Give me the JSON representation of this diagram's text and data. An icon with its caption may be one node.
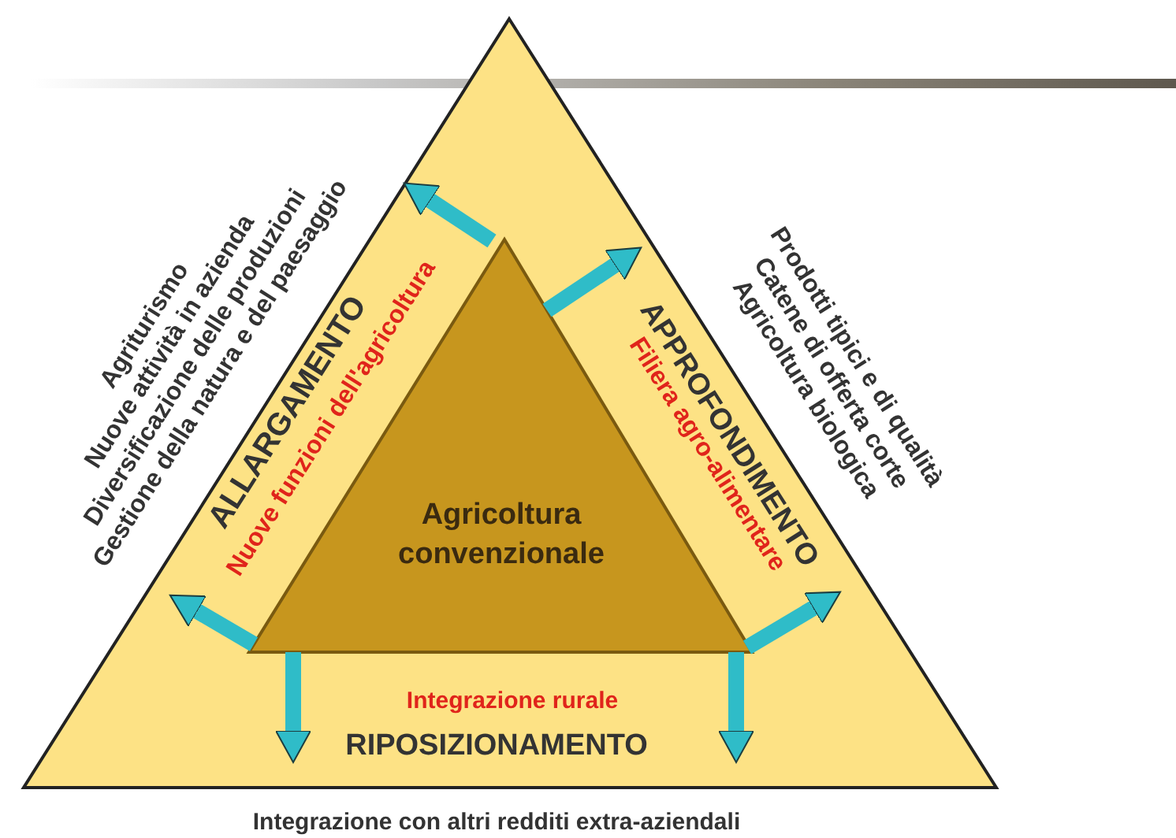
{
  "diagram": {
    "nodes": [
      {
        "text": [
          "ALLARGAMENTO",
          "Nuove funzioni dell'agricoltura",
          "APPROFONDIMENTO",
          "Filiera agro-alimentare",
          "Integrazione rurale",
          "RIPOSIZIONAMENTO"
        ]
      },
      {
        "text": [
          "Agricoltura convenzionale"
        ],
        "in": 0
      }
    ],
    "edges": [
      {
        "from": 1,
        "to": null,
        "arrow": "to"
      },
      {
        "from": 1,
        "to": null,
        "arrow": "to"
      },
      {
        "from": 1,
        "to": null,
        "arrow": "to"
      },
      {
        "from": 1,
        "to": null,
        "arrow": "to"
      },
      {
        "from": 1,
        "to": null,
        "arrow": "to"
      },
      {
        "from": 1,
        "to": null,
        "arrow": "to"
      }
    ],
    "labels": [
      "Agriturismo",
      "Nuove attività in azienda",
      "Diversificazione delle produzioni",
      "Gestione della natura e del paesaggio",
      "Prodotti tipici e di qualità",
      "Catene di offerta corte",
      "Agricoltura biologica",
      "Integrazione con altri redditi extra-aziendali"
    ]
  }
}
